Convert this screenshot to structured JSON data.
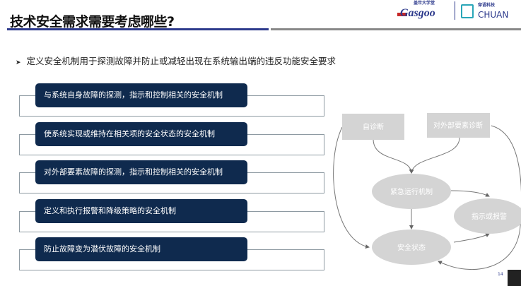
{
  "header": {
    "title": "技术安全需求需要考虑哪些?",
    "logos": [
      {
        "name": "Gasgoo",
        "text": "Gasgoo",
        "subtext": "盖世大学堂"
      },
      {
        "name": "CHUAN",
        "text": "CHUAN",
        "subtext": "穿语科技"
      }
    ],
    "accent_color": "#2d3a8c"
  },
  "bullet": "定义安全机制用于探测故障并防止或减轻出现在系统输出端的违反功能安全要求",
  "mechanisms": [
    "与系统自身故障的探测，指示和控制相关的安全机制",
    "使系统实现或维持在相关项的安全状态的安全机制",
    "对外部要素故障的探测，指示和控制相关的安全机制",
    "定义和执行报警和降级策略的安全机制",
    "防止故障变为潜伏故障的安全机制"
  ],
  "box_color": "#0f2a4e",
  "diagram": {
    "nodes": {
      "self_diag": "自诊断",
      "ext_diag": "对外部要素诊断",
      "emergency": "紧急运行机制",
      "warning": "指示或报警",
      "safe_state": "安全状态"
    },
    "node_color": "#d4d4d4"
  },
  "page_number": "14"
}
